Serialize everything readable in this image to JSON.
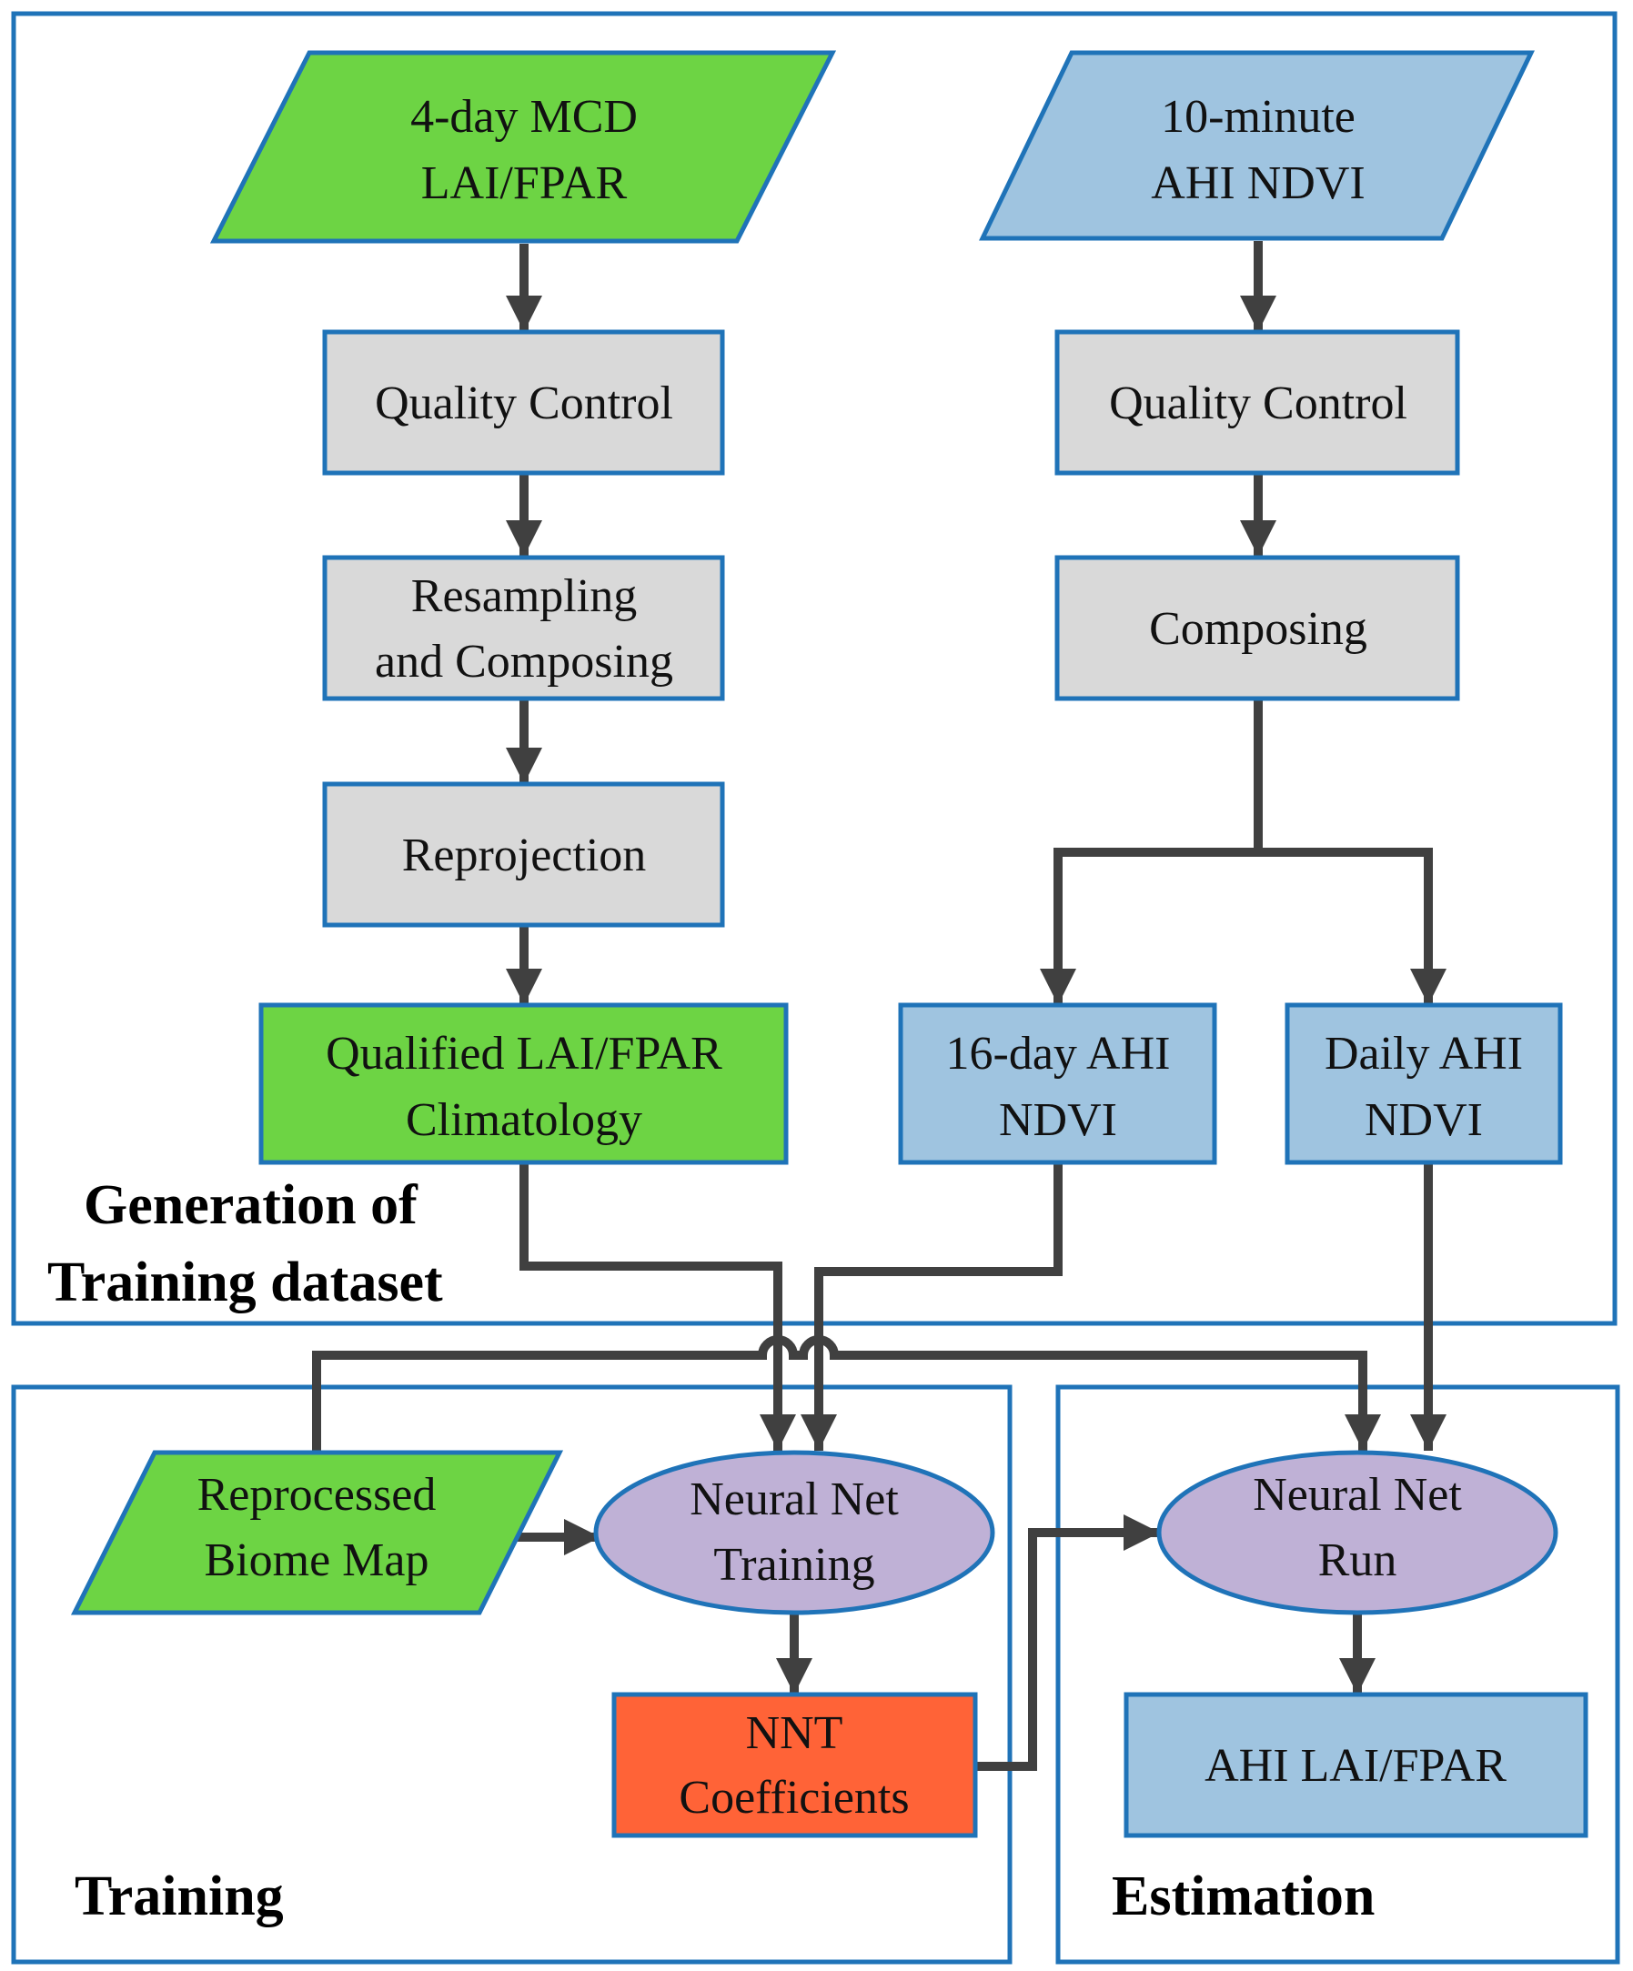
{
  "colors": {
    "border": "#1f73b8",
    "green": "#6dd444",
    "light_blue": "#9fc4e0",
    "gray": "#d9d9d9",
    "purple": "#bfb1d6",
    "orange": "#ff6337",
    "arrow": "#404040"
  },
  "sections": {
    "generation": {
      "line1": "Generation of",
      "line2": "Training dataset"
    },
    "training": {
      "label": "Training"
    },
    "estimation": {
      "label": "Estimation"
    }
  },
  "nodes": {
    "mcd_input": {
      "line1": "4-day MCD",
      "line2": "LAI/FPAR"
    },
    "qc_left": {
      "label": "Quality Control"
    },
    "resampling": {
      "line1": "Resampling",
      "line2": "and Composing"
    },
    "reprojection": {
      "label": "Reprojection"
    },
    "qualified": {
      "line1": "Qualified LAI/FPAR",
      "line2": "Climatology"
    },
    "ahi_input": {
      "line1": "10-minute",
      "line2": "AHI NDVI"
    },
    "qc_right": {
      "label": "Quality Control"
    },
    "composing": {
      "label": "Composing"
    },
    "ndvi16": {
      "line1": "16-day AHI",
      "line2": "NDVI"
    },
    "ndvi_daily": {
      "line1": "Daily AHI",
      "line2": "NDVI"
    },
    "biome": {
      "line1": "Reprocessed",
      "line2": "Biome Map"
    },
    "nn_training": {
      "line1": "Neural Net",
      "line2": "Training"
    },
    "nnt_coeff": {
      "line1": "NNT",
      "line2": "Coefficients"
    },
    "nn_run": {
      "line1": "Neural Net",
      "line2": "Run"
    },
    "ahi_output": {
      "label": "AHI LAI/FPAR"
    }
  }
}
